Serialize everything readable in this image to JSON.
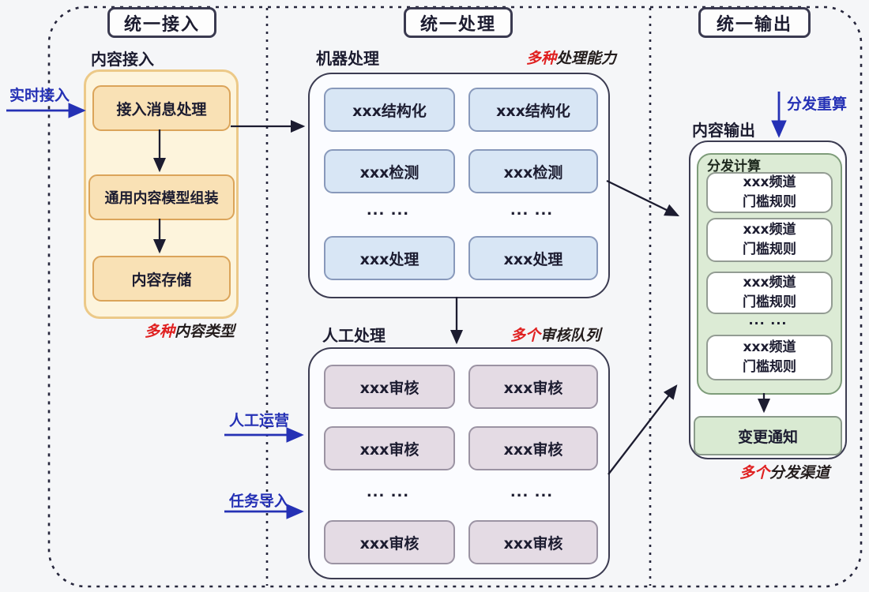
{
  "headers": {
    "access": "统一接入",
    "process": "统一处理",
    "output": "统一输出"
  },
  "access": {
    "group_label": "内容接入",
    "boxes": [
      "接入消息处理",
      "通用内容模型组装",
      "内容存储"
    ],
    "note_em": "多种",
    "note_rest": "内容类型",
    "inflow_label": "实时接入"
  },
  "machine": {
    "label": "机器处理",
    "note_em": "多种",
    "note_rest": "处理能力",
    "col1": [
      "xxx结构化",
      "xxx检测",
      "xxx处理"
    ],
    "col2": [
      "xxx结构化",
      "xxx检测",
      "xxx处理"
    ],
    "dots": "... ..."
  },
  "manual": {
    "label": "人工处理",
    "note_em": "多个",
    "note_rest": "审核队列",
    "col1": [
      "xxx审核",
      "xxx审核",
      "xxx审核"
    ],
    "col2": [
      "xxx审核",
      "xxx审核",
      "xxx审核"
    ],
    "dots": "... ...",
    "inflow_labels": [
      "人工运营",
      "任务导入"
    ]
  },
  "output": {
    "group_label": "内容输出",
    "recalc_label": "分发重算",
    "dispatch_label": "分发计算",
    "channel_line1": "xxx频道",
    "channel_line2": "门槛规则",
    "dots": "... ...",
    "notify_label": "变更通知",
    "note_em": "多个",
    "note_rest": "分发渠道"
  },
  "colors": {
    "accent_red": "#e02121",
    "accent_blue": "#2531b5",
    "arrow_black": "#1c1c30",
    "access_box_fill": "#f9e1b5",
    "machine_box_fill": "#d8e6f5",
    "manual_box_fill": "#e4dbe4",
    "green_fill": "#dcebd5"
  }
}
